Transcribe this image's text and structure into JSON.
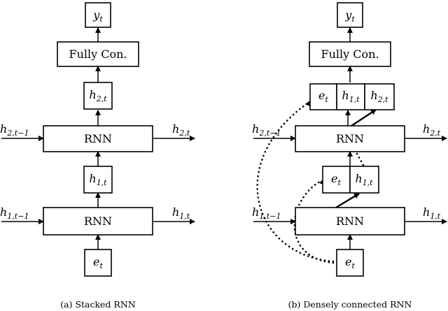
{
  "panel_a": {
    "caption": "(a) Stacked RNN",
    "nodes": {
      "output": {
        "base": "y",
        "sub": "t"
      },
      "fc": "Fully Con.",
      "h2": {
        "base": "h",
        "sub": "2,t"
      },
      "rnn2": "RNN",
      "h1": {
        "base": "h",
        "sub": "1,t"
      },
      "rnn1": "RNN",
      "input": {
        "base": "e",
        "sub": "t"
      }
    },
    "side_labels": {
      "h2_prev": {
        "base": "h",
        "sub": "2,t−1"
      },
      "h2_next": {
        "base": "h",
        "sub": "2,t"
      },
      "h1_prev": {
        "base": "h",
        "sub": "1,t−1"
      },
      "h1_next": {
        "base": "h",
        "sub": "1,t"
      }
    }
  },
  "panel_b": {
    "caption": "(b) Densely connected RNN",
    "nodes": {
      "output": {
        "base": "y",
        "sub": "t"
      },
      "fc": "Fully Con.",
      "top_e": {
        "base": "e",
        "sub": "t"
      },
      "top_h1": {
        "base": "h",
        "sub": "1,t"
      },
      "top_h2": {
        "base": "h",
        "sub": "2,t"
      },
      "rnn2": "RNN",
      "mid_e": {
        "base": "e",
        "sub": "t"
      },
      "mid_h1": {
        "base": "h",
        "sub": "1,t"
      },
      "rnn1": "RNN",
      "input": {
        "base": "e",
        "sub": "t"
      }
    },
    "side_labels": {
      "h2_prev": {
        "base": "h",
        "sub": "2,t−1"
      },
      "h2_next": {
        "base": "h",
        "sub": "2,t"
      },
      "h1_prev": {
        "base": "h",
        "sub": "1,t−1"
      },
      "h1_next": {
        "base": "h",
        "sub": "1,t"
      }
    }
  }
}
